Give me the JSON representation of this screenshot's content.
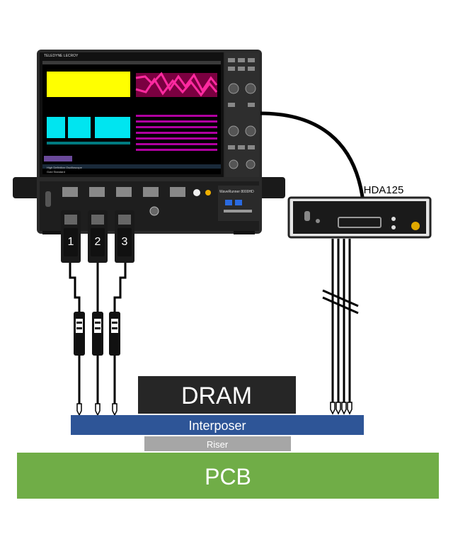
{
  "scope": {
    "brand": "TELEDYNE LECROY",
    "model": "WaveRunner 8000HD",
    "caption_line1": "High Definition Oscilloscope",
    "caption_line2": "Gold Standard",
    "probe_labels": [
      "1",
      "2",
      "3"
    ]
  },
  "hda": {
    "label": "HDA125"
  },
  "stack": {
    "dram": "DRAM",
    "interposer": "Interposer",
    "riser": "Riser",
    "pcb": "PCB"
  },
  "colors": {
    "ch1": "#ffff00",
    "ch2": "#e0007a",
    "ch3": "#00e5f0",
    "interposer": "#2e5597",
    "riser": "#a6a6a6",
    "pcb": "#70ad47",
    "dram": "#262626"
  }
}
